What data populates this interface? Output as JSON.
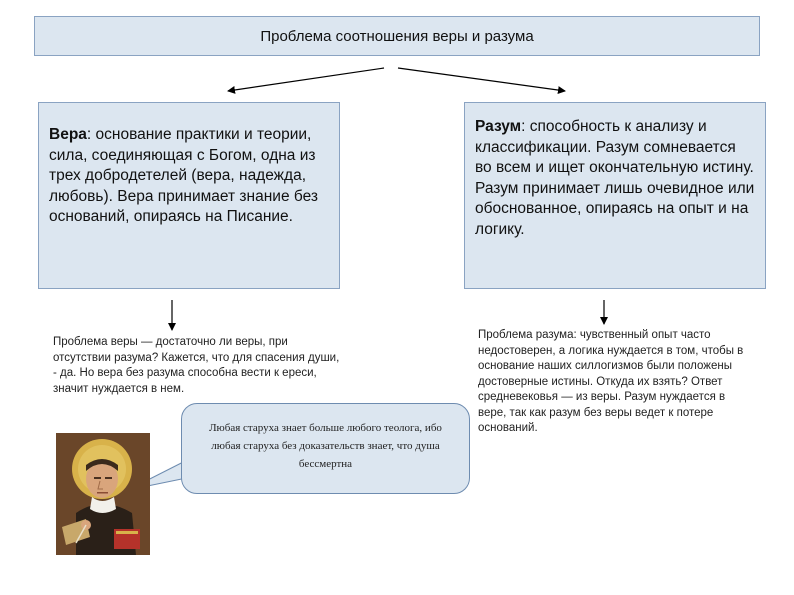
{
  "title": "Проблема соотношения веры и разума",
  "faith": {
    "term": "Вера",
    "definition": ": основание практики и теории, сила, соединяющая с Богом, одна из трех добродетелей (вера, надежда, любовь). Вера принимает знание без оснований, опираясь на Писание.",
    "problem": "Проблема веры — достаточно ли веры, при отсутствии разума? Кажется, что для спасения души, - да. Но вера без разума способна вести к ереси, значит нуждается в нем."
  },
  "reason": {
    "term": "Разум",
    "definition": ": способность к анализу и классификации. Разум сомневается во всем и ищет окончательную истину. Разум принимает лишь очевидное или обоснованное, опираясь на опыт и на логику.",
    "problem": "Проблема разума: чувственный опыт часто недостоверен, а логика нуждается в том, чтобы в основание наших силлогизмов были положены достоверные истины. Откуда их взять? Ответ средневековья — из веры. Разум нуждается в вере, так как разум без веры ведет к потере оснований."
  },
  "quote": "Любая старуха знает больше любого теолога, ибо любая старуха без доказательств знает, что душа бессмертна",
  "colors": {
    "box_fill": "#dce6f0",
    "box_border": "#8aa3c2"
  }
}
